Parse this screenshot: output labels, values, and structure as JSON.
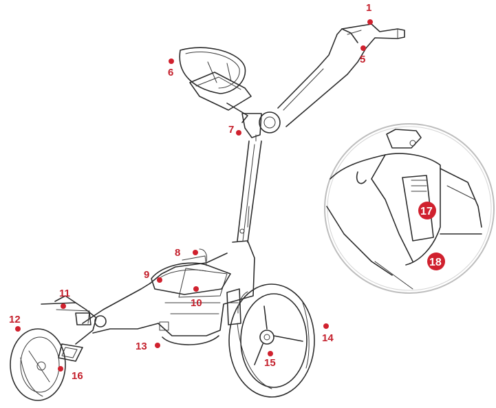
{
  "accent_color": "#d0212e",
  "callouts": [
    {
      "id": "1",
      "label": "1"
    },
    {
      "id": "5",
      "label": "5"
    },
    {
      "id": "6",
      "label": "6"
    },
    {
      "id": "7",
      "label": "7"
    },
    {
      "id": "8",
      "label": "8"
    },
    {
      "id": "9",
      "label": "9"
    },
    {
      "id": "10",
      "label": "10"
    },
    {
      "id": "11",
      "label": "11"
    },
    {
      "id": "12",
      "label": "12"
    },
    {
      "id": "13",
      "label": "13"
    },
    {
      "id": "14",
      "label": "14"
    },
    {
      "id": "15",
      "label": "15"
    },
    {
      "id": "16",
      "label": "16"
    }
  ],
  "detail_callouts": [
    {
      "id": "17",
      "label": "17"
    },
    {
      "id": "18",
      "label": "18"
    }
  ]
}
